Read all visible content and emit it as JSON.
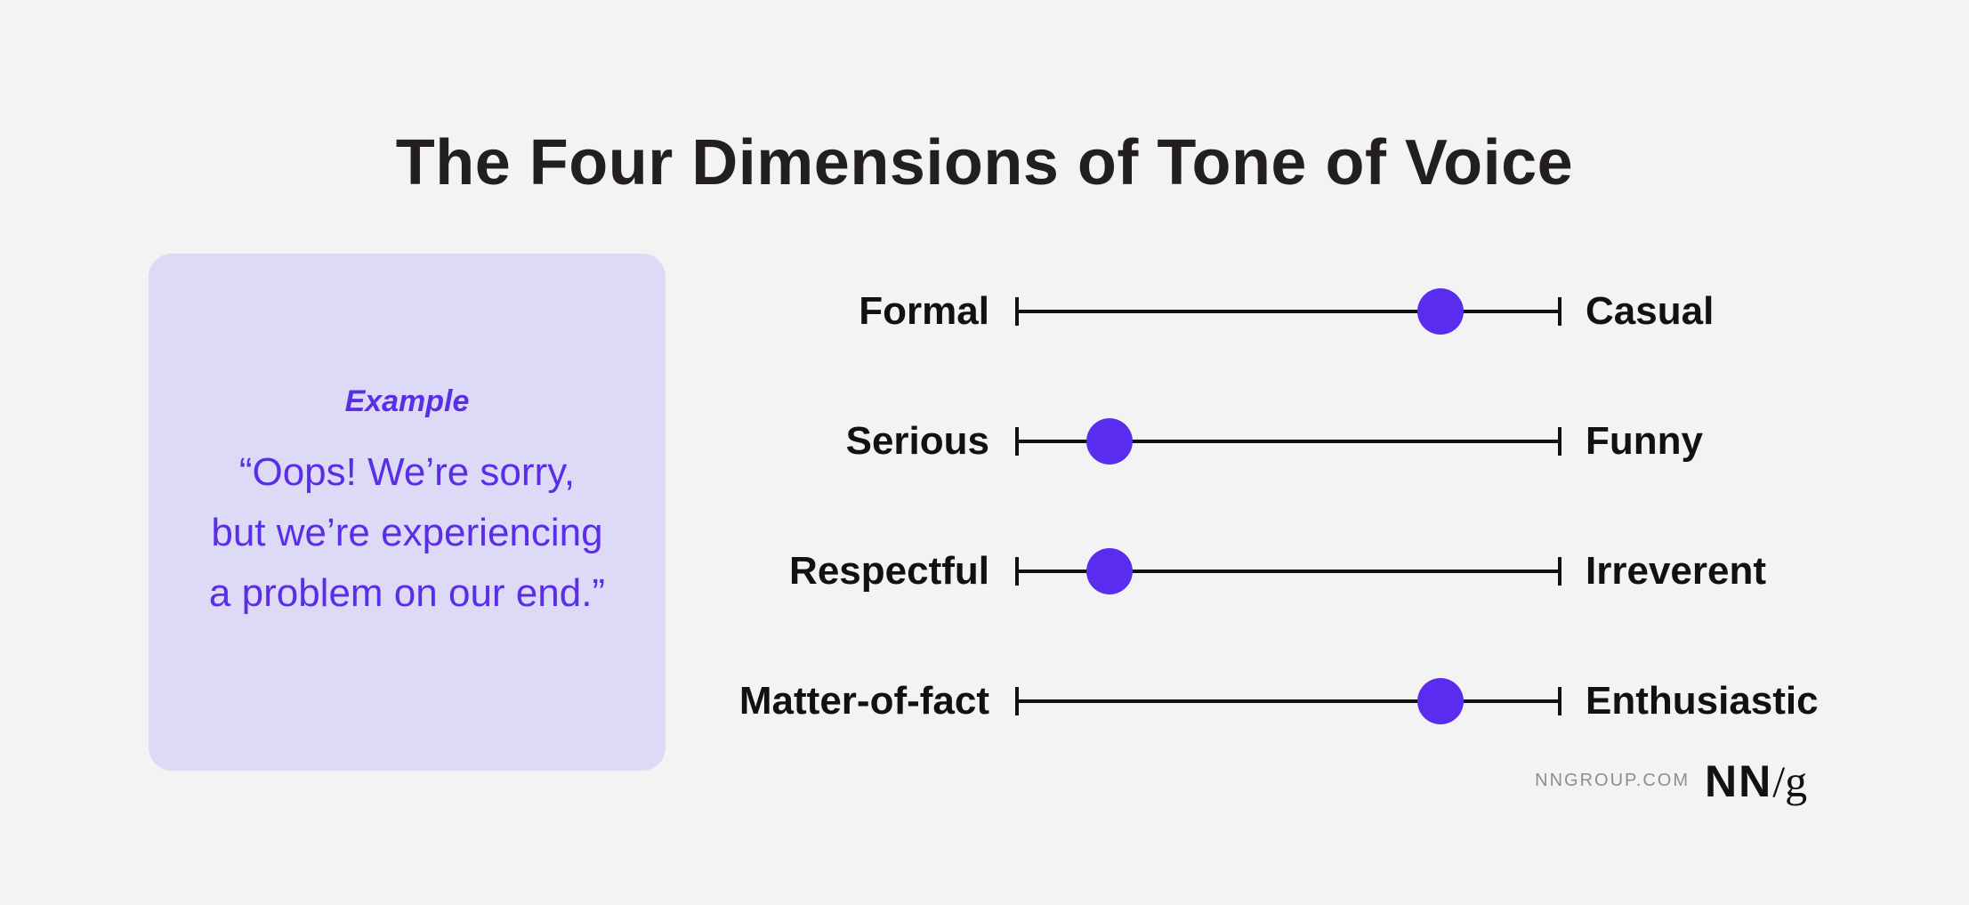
{
  "title": "The Four Dimensions of Tone of Voice",
  "example": {
    "label": "Example",
    "quote_lines": [
      "“Oops! We’re sorry,",
      "but we’re experiencing",
      "a problem on our end.”"
    ]
  },
  "dimensions": [
    {
      "left": "Formal",
      "right": "Casual",
      "position": 0.78
    },
    {
      "left": "Serious",
      "right": "Funny",
      "position": 0.17
    },
    {
      "left": "Respectful",
      "right": "Irreverent",
      "position": 0.17
    },
    {
      "left": "Matter-of-fact",
      "right": "Enthusiastic",
      "position": 0.78
    }
  ],
  "footer": {
    "site": "NNGROUP.COM",
    "logo_bold": "NN",
    "logo_slash_g": "/g"
  },
  "colors": {
    "accent": "#5a2cf0",
    "card_background": "#dddaf8",
    "page_background": "#f3f3f3"
  }
}
